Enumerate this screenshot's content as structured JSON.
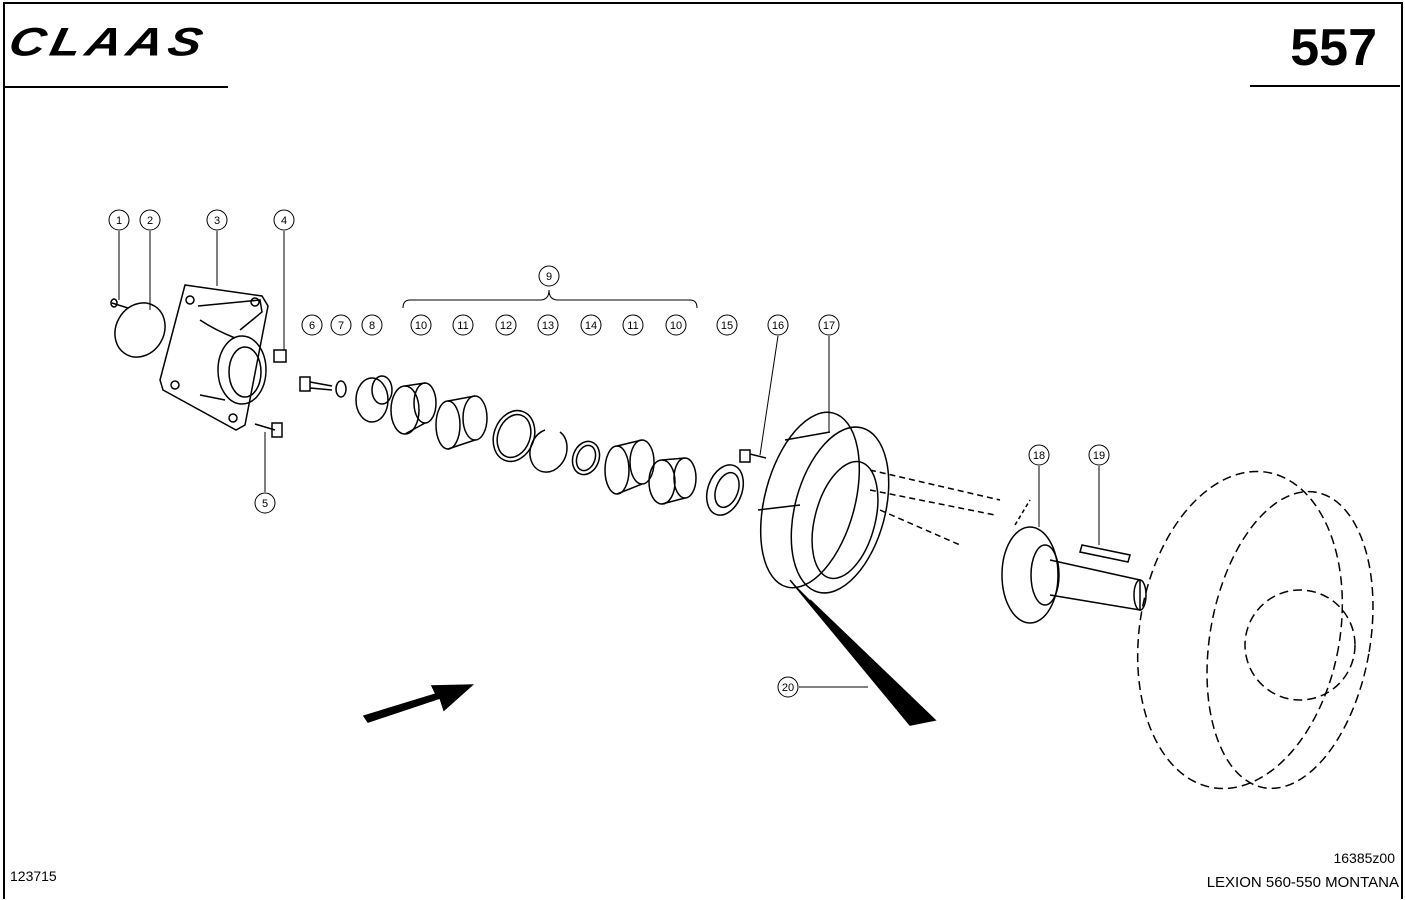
{
  "header": {
    "logo": "CLAAS",
    "page_number": "557"
  },
  "footer": {
    "left_code": "123715",
    "drawing_code": "16385z00",
    "model": "LEXION 560-550 MONTANA"
  },
  "callouts": [
    "1",
    "2",
    "3",
    "4",
    "5",
    "6",
    "7",
    "8",
    "9",
    "10",
    "11",
    "12",
    "13",
    "14",
    "11",
    "10",
    "15",
    "16",
    "17",
    "18",
    "19",
    "20"
  ]
}
